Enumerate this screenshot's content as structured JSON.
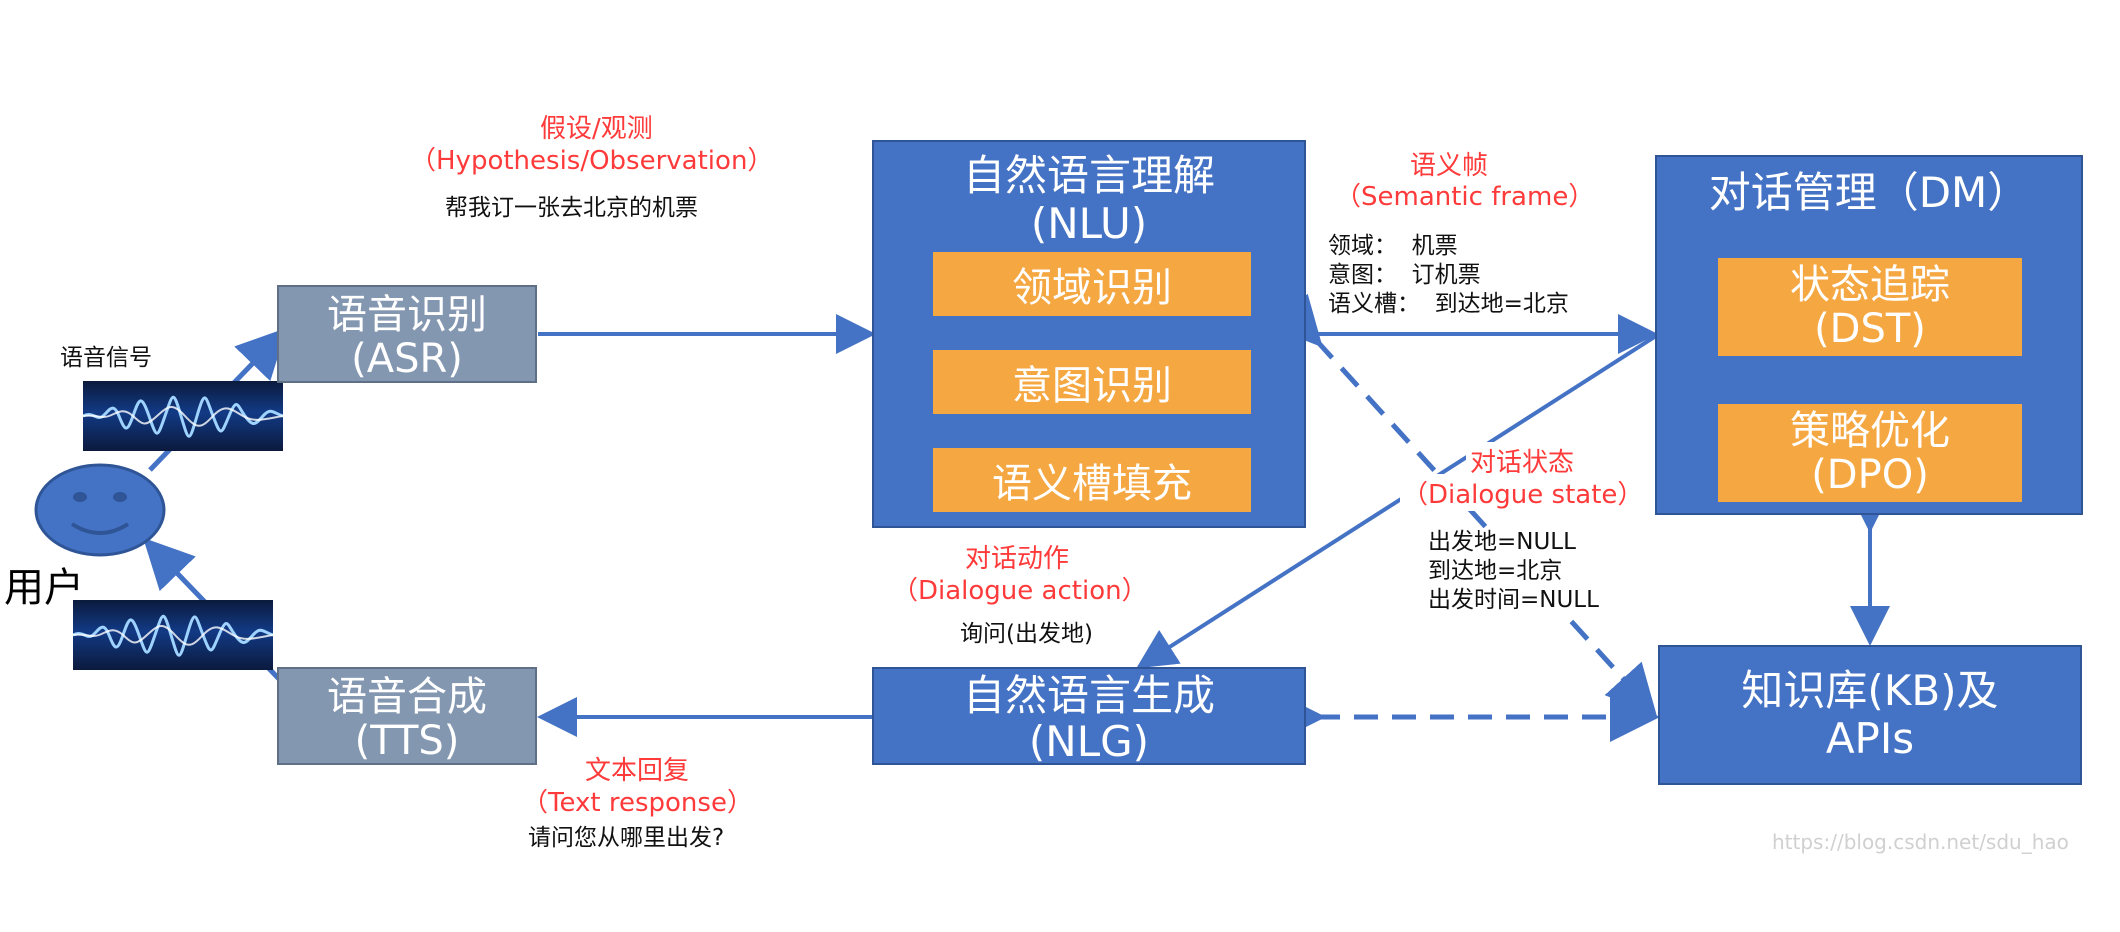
{
  "user": {
    "label": "用户"
  },
  "voice_signal": {
    "label": "语音信号"
  },
  "asr": {
    "line1": "语音识别",
    "line2": "(ASR)"
  },
  "tts": {
    "line1": "语音合成",
    "line2": "(TTS)"
  },
  "nlu": {
    "line1": "自然语言理解",
    "line2": "(NLU)",
    "steps": [
      "领域识别",
      "意图识别",
      "语义槽填充"
    ]
  },
  "dm": {
    "title": "对话管理（DM）",
    "dst": {
      "line1": "状态追踪",
      "line2": "(DST)"
    },
    "dpo": {
      "line1": "策略优化",
      "line2": "(DPO)"
    }
  },
  "nlg": {
    "line1": "自然语言生成",
    "line2": "(NLG)"
  },
  "kb": {
    "line1": "知识库(KB)及",
    "line2": "APIs"
  },
  "hypothesis": {
    "title": "假设/观测",
    "subtitle": "（Hypothesis/Observation）",
    "example": "帮我订一张去北京的机票"
  },
  "semantic_frame": {
    "title": "语义帧",
    "subtitle": "（Semantic frame）",
    "example": "领域：  机票\n意图：  订机票\n语义槽：  到达地=北京"
  },
  "dialogue_state": {
    "title": "对话状态",
    "subtitle": "（Dialogue state）",
    "example": "出发地=NULL\n到达地=北京\n出发时间=NULL"
  },
  "dialogue_action": {
    "title": "对话动作",
    "subtitle": "（Dialogue action）",
    "example": "询问(出发地)"
  },
  "text_response": {
    "title": "文本回复",
    "subtitle": "（Text response）",
    "example": "请问您从哪里出发?"
  },
  "watermark": "https://blog.csdn.net/sdu_hao",
  "colors": {
    "box_blue": "#4472c4",
    "box_gray": "#8497b0",
    "step_orange": "#f5a742",
    "arrow_blue": "#4472c4",
    "arrow_brown": "#b8860b",
    "label_red": "#ff3a3a"
  }
}
